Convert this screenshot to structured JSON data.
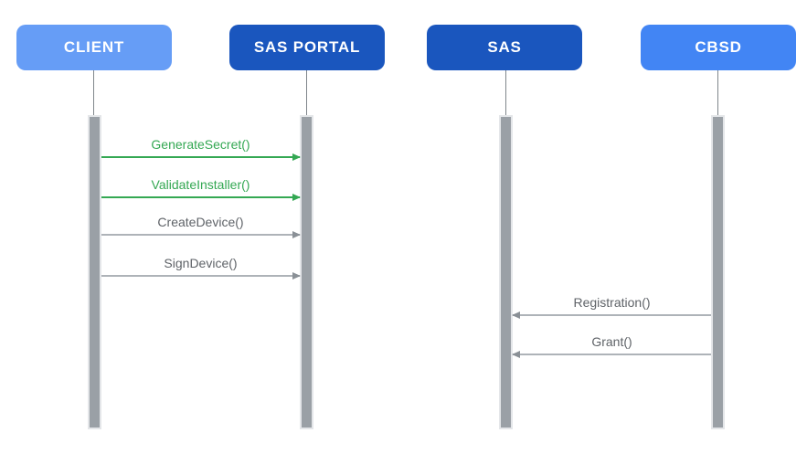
{
  "diagram": {
    "type": "sequence-diagram",
    "background_color": "#FFFFFF",
    "actors": [
      {
        "id": "client",
        "label": "CLIENT",
        "color": "#669DF6",
        "text_color": "#FFFFFF"
      },
      {
        "id": "sas-portal",
        "label": "SAS PORTAL",
        "color": "#1A56BE",
        "text_color": "#FFFFFF"
      },
      {
        "id": "sas",
        "label": "SAS",
        "color": "#1A56BE",
        "text_color": "#FFFFFF"
      },
      {
        "id": "cbsd",
        "label": "CBSD",
        "color": "#4285F4",
        "text_color": "#FFFFFF"
      }
    ],
    "lifeline_color": "#80868B",
    "activation_bar_color": "#9AA0A6",
    "activation_bar_border_color": "#E4E6E9",
    "messages": [
      {
        "label": "GenerateSecret()",
        "from": "CLIENT",
        "to": "SAS PORTAL",
        "direction": "right",
        "color": "#34A853"
      },
      {
        "label": "ValidateInstaller()",
        "from": "CLIENT",
        "to": "SAS PORTAL",
        "direction": "right",
        "color": "#34A853"
      },
      {
        "label": "CreateDevice()",
        "from": "CLIENT",
        "to": "SAS PORTAL",
        "direction": "right",
        "color": "#5F6368"
      },
      {
        "label": "SignDevice()",
        "from": "CLIENT",
        "to": "SAS PORTAL",
        "direction": "right",
        "color": "#5F6368"
      },
      {
        "label": "Registration()",
        "from": "CBSD",
        "to": "SAS",
        "direction": "left",
        "color": "#5F6368"
      },
      {
        "label": "Grant()",
        "from": "CBSD",
        "to": "SAS",
        "direction": "left",
        "color": "#5F6368"
      }
    ]
  }
}
